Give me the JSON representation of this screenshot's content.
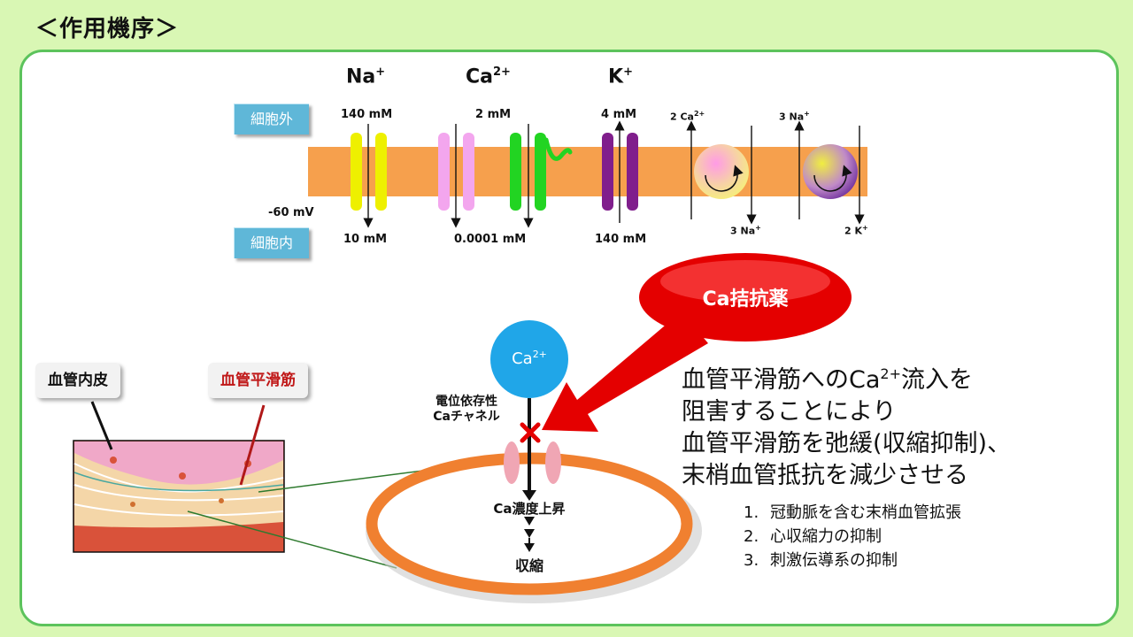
{
  "title": "＜作用機序＞",
  "membrane": {
    "outside_label": "細胞外",
    "inside_label": "細胞内",
    "potential": "-60 mV",
    "ions": [
      {
        "symbol": "Na",
        "charge": "+",
        "outside": "140 mM",
        "inside": "10 mM"
      },
      {
        "symbol": "Ca",
        "charge": "2+",
        "outside": "2 mM",
        "inside": "0.0001 mM"
      },
      {
        "symbol": "K",
        "charge": "+",
        "outside": "4 mM",
        "inside": "140 mM"
      }
    ],
    "pumps": [
      {
        "out_num": "2 Ca",
        "out_charge": "2+",
        "in_num": "3 Na",
        "in_charge": "+"
      },
      {
        "out_num": "3 Na",
        "out_charge": "+",
        "in_num": "2 K",
        "in_charge": "+"
      }
    ],
    "colors": {
      "membrane": "#f6a04d",
      "na_channel": "#eef000",
      "ca_channel_1": "#f3a6ee",
      "ca_channel_2": "#22d422",
      "k_channel": "#801e8c"
    }
  },
  "drug": {
    "label": "Ca拮抗薬",
    "color": "#e40000"
  },
  "vessel": {
    "endothelium_label": "血管内皮",
    "smooth_muscle_label": "血管平滑筋"
  },
  "cell": {
    "ion_symbol": "Ca",
    "ion_charge": "2+",
    "channel_label_line1": "電位依存性",
    "channel_label_line2": "Caチャネル",
    "concentration_rise": "Ca濃度上昇",
    "contraction": "収縮"
  },
  "description": {
    "line1_prefix": "血管平滑筋へのCa",
    "line1_charge": "2+",
    "line1_suffix": "流入を",
    "line2": "阻害することにより",
    "line3": "血管平滑筋を弛緩(収縮抑制)、",
    "line4": "末梢血管抵抗を減少させる"
  },
  "effects": [
    {
      "num": "1.",
      "text": "冠動脈を含む末梢血管拡張"
    },
    {
      "num": "2.",
      "text": "心収縮力の抑制"
    },
    {
      "num": "3.",
      "text": "刺激伝導系の抑制"
    }
  ]
}
